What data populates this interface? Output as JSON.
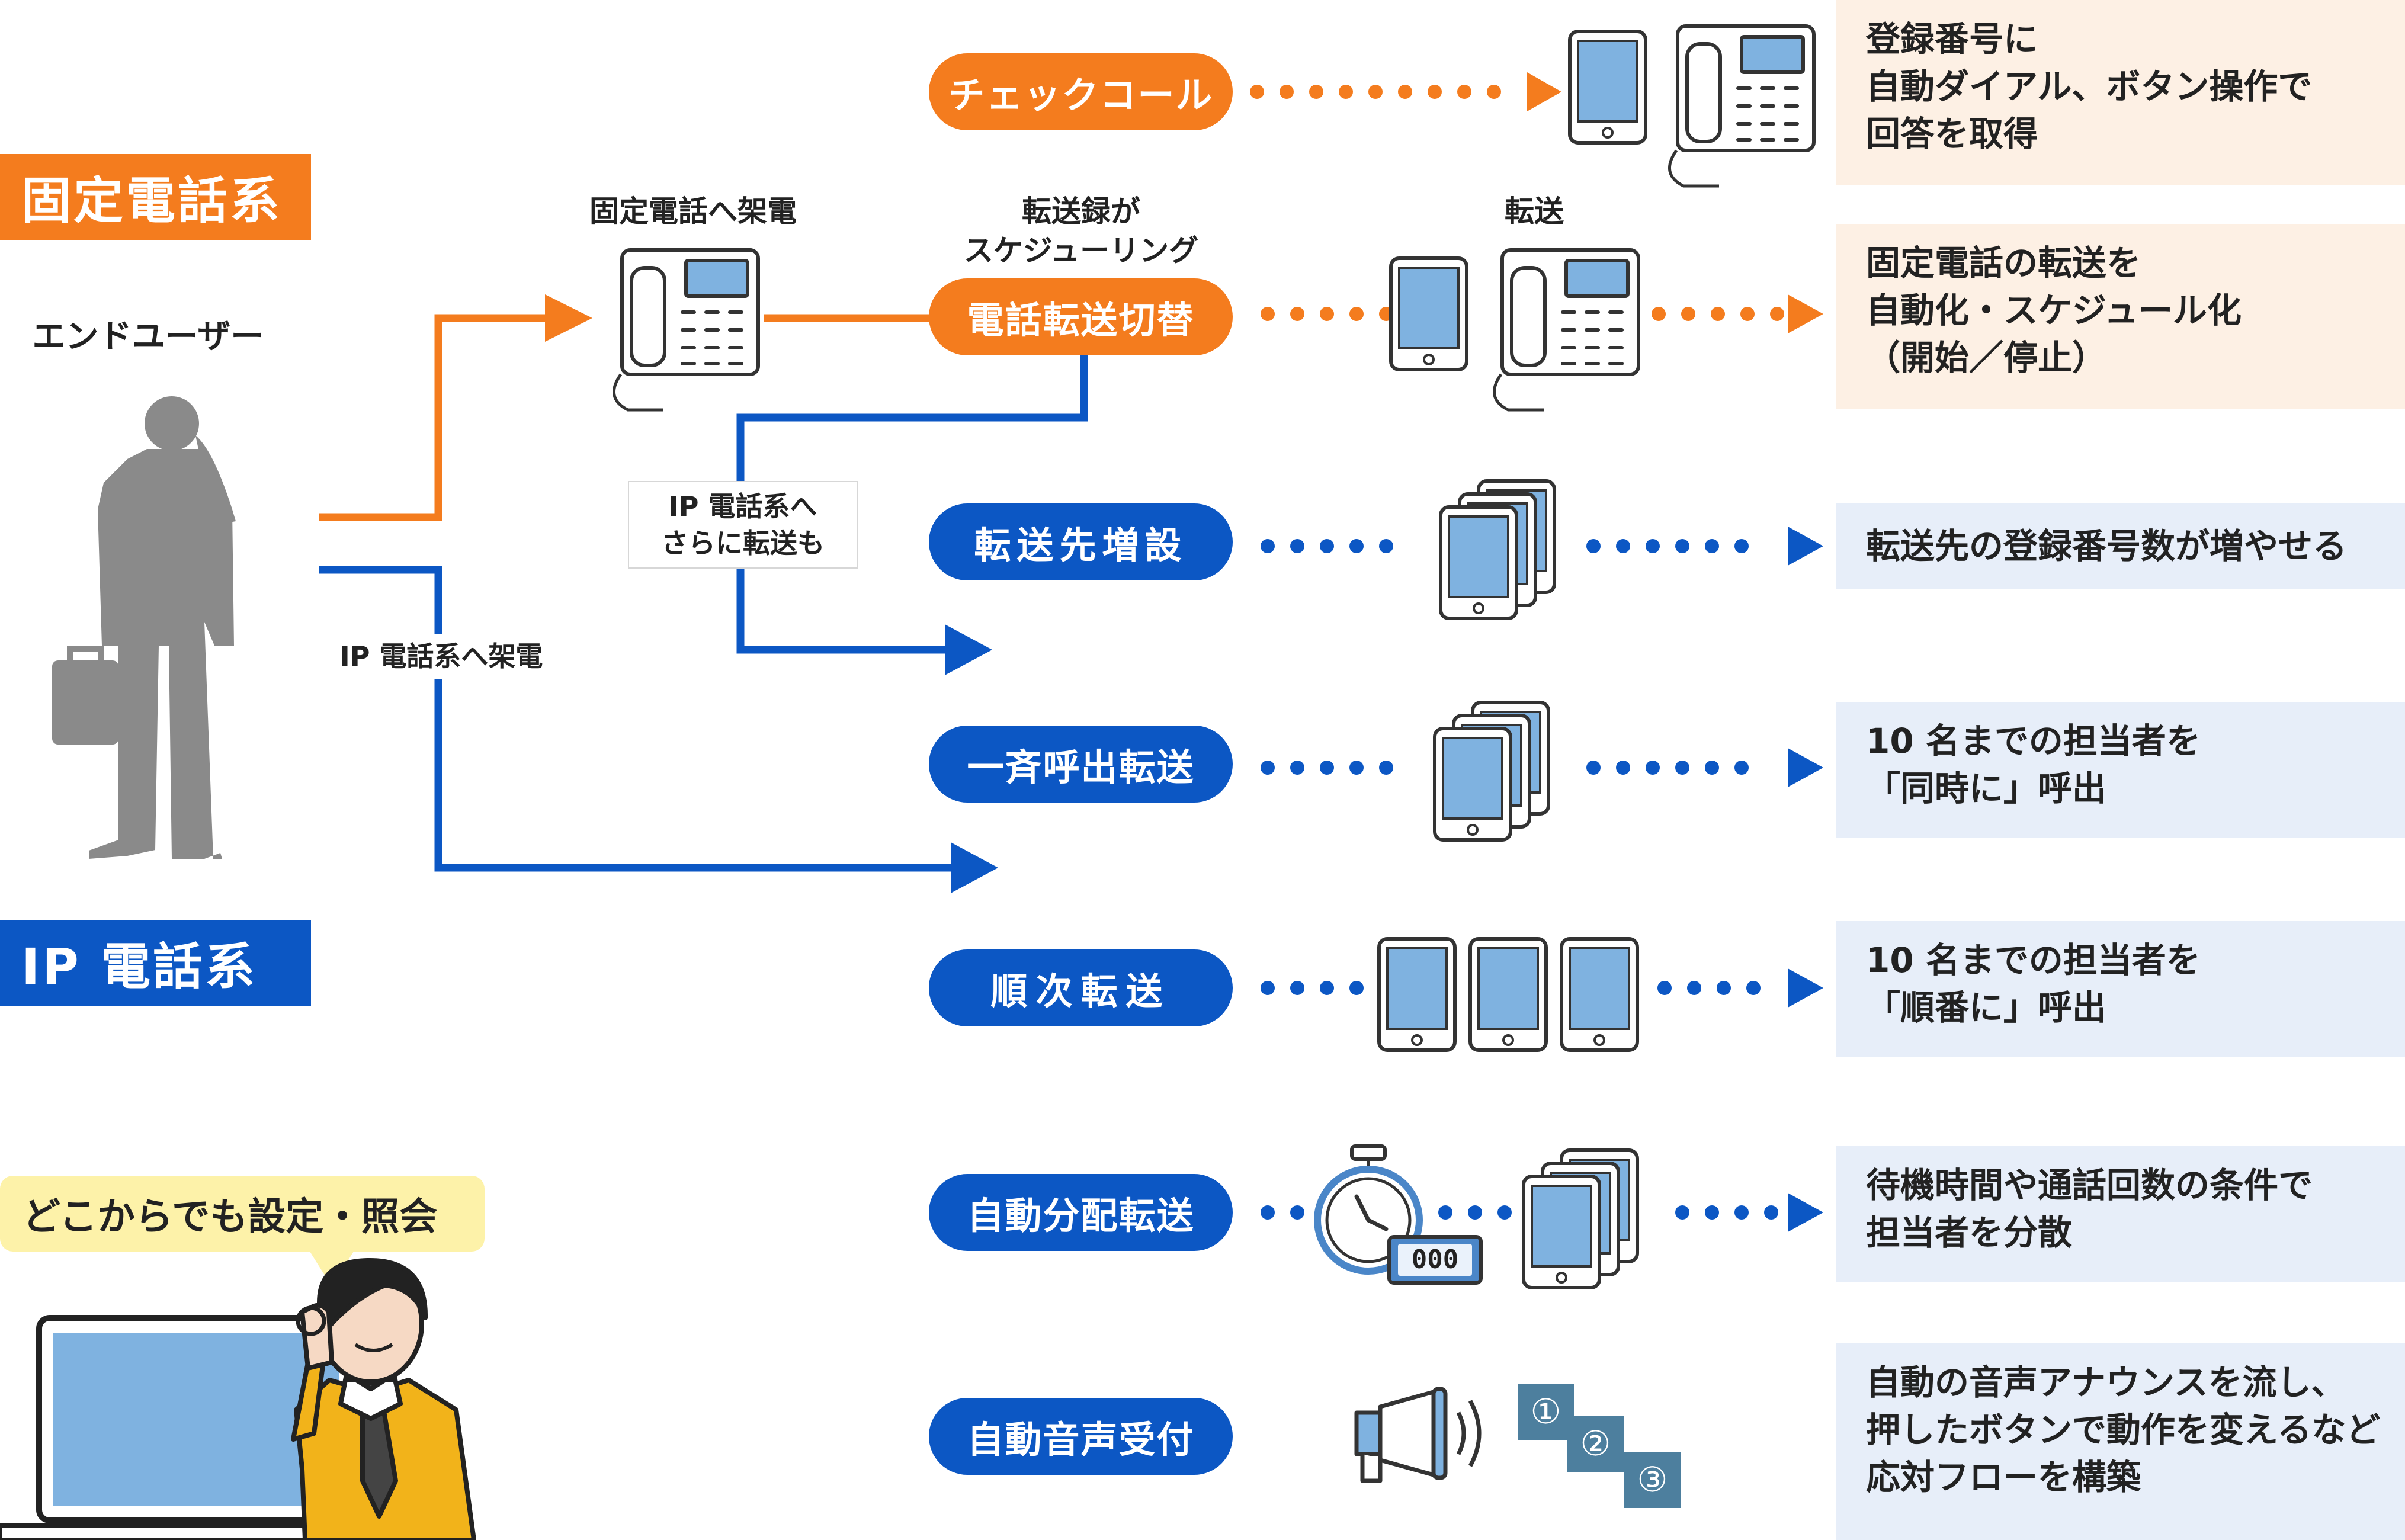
{
  "categories": {
    "fixed": {
      "label": "固定電話系",
      "color": "#f47c1e"
    },
    "ip": {
      "label": "IP 電話系",
      "color": "#0c57c4"
    }
  },
  "end_user": "エンドユーザー",
  "flow_labels": {
    "call_fixed": "固定電話へ架電",
    "call_ip": "IP 電話系へ架電",
    "schedule": [
      "転送録が",
      "スケジューリング"
    ],
    "transfer": "転送",
    "ip_forward": [
      "IP 電話系へ",
      "さらに転送も"
    ]
  },
  "features": [
    {
      "label": "チェックコール",
      "group": "fixed",
      "desc": [
        "登録番号に",
        "自動ダイアル、ボタン操作で",
        "回答を取得"
      ]
    },
    {
      "label": "電話転送切替",
      "group": "fixed",
      "desc": [
        "固定電話の転送を",
        "自動化・スケジュール化",
        "（開始／停止）"
      ]
    },
    {
      "label": "転送先増設",
      "group": "ip",
      "desc": [
        "転送先の登録番号数が増やせる"
      ]
    },
    {
      "label": "一斉呼出転送",
      "group": "ip",
      "desc": [
        "10 名までの担当者を",
        "「同時に」呼出"
      ]
    },
    {
      "label": "順次転送",
      "group": "ip",
      "desc": [
        "10 名までの担当者を",
        "「順番に」呼出"
      ]
    },
    {
      "label": "自動分配転送",
      "group": "ip",
      "desc": [
        "待機時間や通話回数の条件で",
        "担当者を分散"
      ]
    },
    {
      "label": "自動音声受付",
      "group": "ip",
      "desc": [
        "自動の音声アナウンスを流し、",
        "押したボタンで動作を変えるなど",
        "応対フローを構築"
      ]
    }
  ],
  "counter_display": "000",
  "ivr_buttons": [
    "①",
    "②",
    "③"
  ],
  "speech_bubble": "どこからでも設定・照会",
  "colors": {
    "orange": "#f47c1e",
    "blue": "#0c57c4",
    "desc_fixed_bg": "#fdf0e4",
    "desc_ip_bg": "#e7eef9",
    "screen": "#7fb2e0",
    "person": "#8a8a8a"
  }
}
